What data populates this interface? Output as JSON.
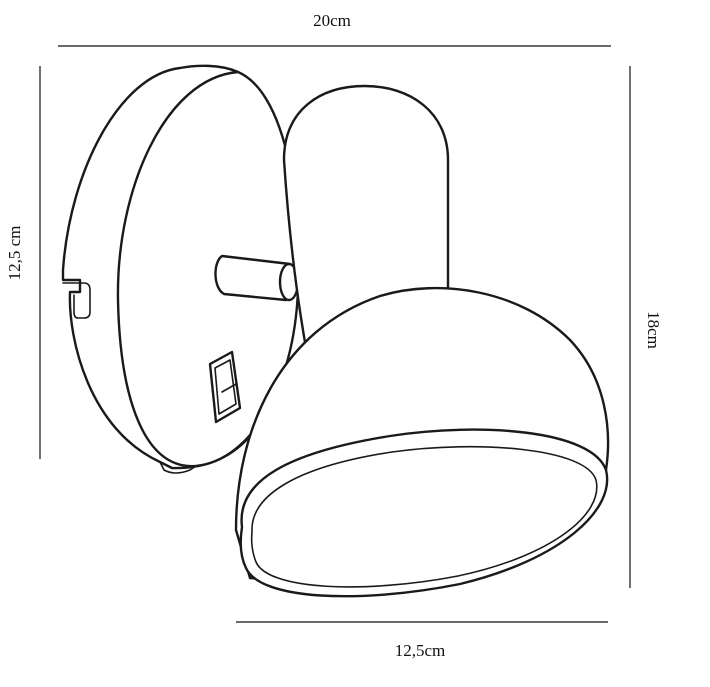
{
  "dimensions": {
    "top_width": "20cm",
    "left_height": "12,5 cm",
    "right_height": "18cm",
    "bottom_width": "12,5cm"
  }
}
